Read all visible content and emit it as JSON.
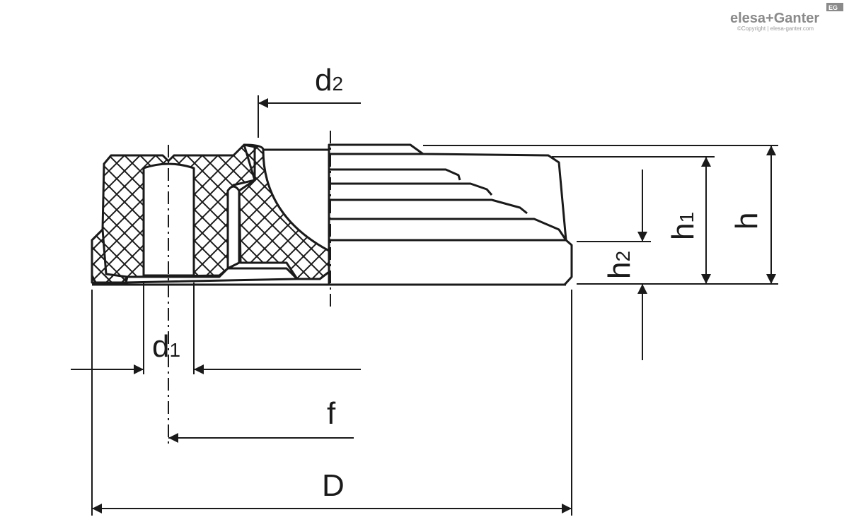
{
  "brand": {
    "logo_text": "elesa+Ganter",
    "badge": "EG",
    "copyright": "©Copyright | elesa-ganter.com"
  },
  "dimensions": {
    "d2": {
      "main": "d",
      "sub": "2"
    },
    "d1": {
      "main": "d",
      "sub": "1"
    },
    "h1": {
      "main": "h",
      "sub": "1"
    },
    "h2": {
      "main": "h",
      "sub": "2"
    },
    "h": "h",
    "f": "f",
    "D": "D"
  },
  "colors": {
    "stroke": "#1a1a1a",
    "hatch": "#1a1a1a",
    "background": "#ffffff",
    "logo": "#8a8a8a"
  }
}
